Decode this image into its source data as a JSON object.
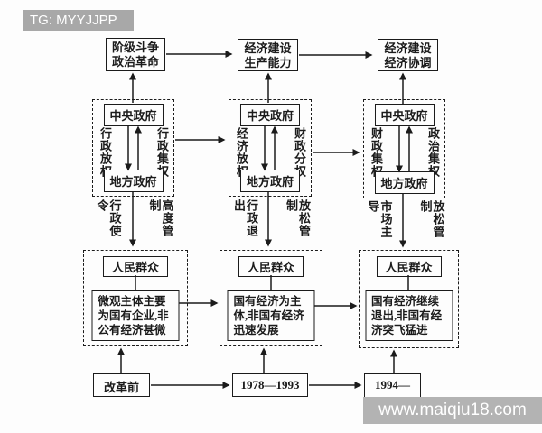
{
  "meta": {
    "tag": "TG: MYYJJPP",
    "watermark": "www.maiqiu18.com"
  },
  "colors": {
    "bar_gray": "#a8a8a8",
    "watermark_gray": "#b3b3b3",
    "ink": "#1b1b1b",
    "paper": "#fdfdfd"
  },
  "goals": [
    {
      "lines": [
        "阶级斗争",
        "政治革命"
      ]
    },
    {
      "lines": [
        "经济建设",
        "生产能力"
      ]
    },
    {
      "lines": [
        "经济建设",
        "经济协调"
      ]
    }
  ],
  "government": [
    {
      "central": "中央政府",
      "local": "地方政府",
      "down_label": "行政放权",
      "up_label": "行政集权"
    },
    {
      "central": "中央政府",
      "local": "地方政府",
      "down_label": "经济放权",
      "up_label": "财政分权"
    },
    {
      "central": "中央政府",
      "local": "地方政府",
      "down_label": "财政集权",
      "up_label": "政治集权"
    }
  ],
  "gov_to_people": [
    {
      "left": "行政使令",
      "right": "高度管制"
    },
    {
      "left": "行政退出",
      "right": "放松管制"
    },
    {
      "left": "市场主导",
      "right": "放松管制"
    }
  ],
  "people": [
    {
      "title": "人民群众",
      "desc_lines": [
        "微观主体主要",
        "为国有企业,非",
        "公有经济甚微"
      ]
    },
    {
      "title": "人民群众",
      "desc_lines": [
        "国有经济为主",
        "体,非国有经济",
        "迅速发展"
      ]
    },
    {
      "title": "人民群众",
      "desc_lines": [
        "国有经济继续",
        "退出,非国有经",
        "济突飞猛进"
      ]
    }
  ],
  "periods": [
    "改革前",
    "1978—1993",
    "1994—"
  ]
}
